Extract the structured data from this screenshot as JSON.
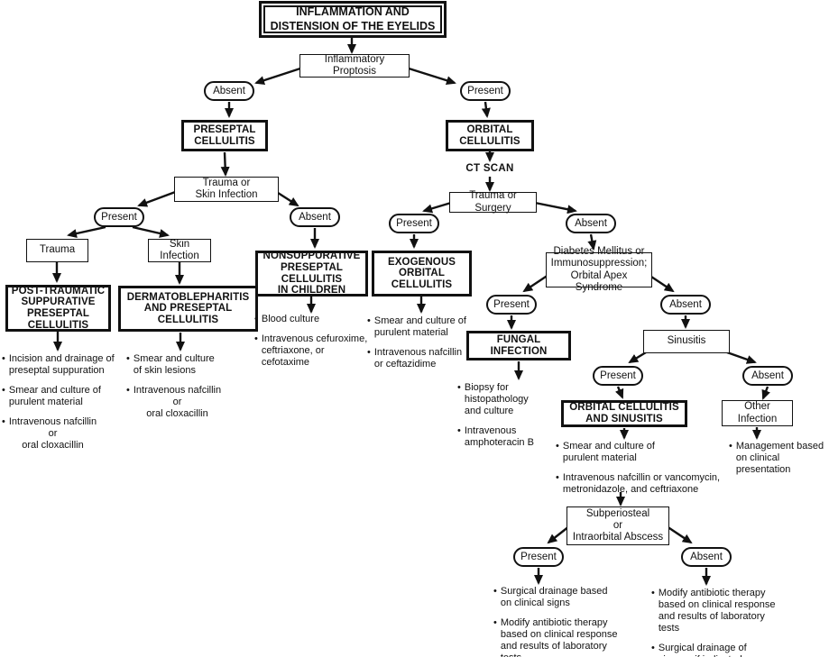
{
  "colors": {
    "ink": "#111111",
    "background": "#ffffff"
  },
  "labels": {
    "present": "Present",
    "absent": "Absent",
    "bullet": "•"
  },
  "nodes": {
    "title": "INFLAMMATION AND\nDISTENSION OF THE EYELIDS",
    "inflammatory_proptosis": "Inflammatory Proptosis",
    "preseptal_cellulitis": "PRESEPTAL\nCELLULITIS",
    "trauma_or_skin_infection": "Trauma or\nSkin Infection",
    "trauma": "Trauma",
    "skin_infection": "Skin Infection",
    "post_traumatic": "POST-TRAUMATIC\nSUPPURATIVE\nPRESEPTAL\nCELLULITIS",
    "dermatoblepharitis": "DERMATOBLEPHARITIS\nAND PRESEPTAL\nCELLULITIS",
    "nonsuppurative": "NONSUPPURATIVE\nPRESEPTAL\nCELLULITIS\nIN CHILDREN",
    "orbital_cellulitis": "ORBITAL\nCELLULITIS",
    "ct_scan": "CT SCAN",
    "trauma_or_surgery": "Trauma or Surgery",
    "exogenous": "EXOGENOUS\nORBITAL\nCELLULITIS",
    "diabetes": "Diabetes Mellitus or\nImmunosuppression;\nOrbital Apex Syndrome",
    "fungal_infection": "FUNGAL\nINFECTION",
    "sinusitis": "Sinusitis",
    "orbital_cellulitis_sinusitis": "ORBITAL CELLULITIS\nAND SINUSITIS",
    "other_infection": "Other Infection",
    "subperiosteal_abscess": "Subperiosteal\nor\nIntraorbital Abscess"
  },
  "bullets": {
    "post_traumatic": [
      "Incision and drainage of\npreseptal suppuration",
      "Smear and culture of\npurulent material",
      "Intravenous nafcillin\nor\noral cloxacillin"
    ],
    "dermatoblepharitis": [
      "Smear and culture\nof skin lesions",
      "Intravenous nafcillin\nor\noral cloxacillin"
    ],
    "nonsuppurative": [
      "Blood culture",
      "Intravenous cefuroxime,\nceftriaxone, or\ncefotaxime"
    ],
    "exogenous": [
      "Smear and culture of\npurulent material",
      "Intravenous nafcillin\nor ceftazidime"
    ],
    "fungal": [
      "Biopsy for\nhistopathology\nand culture",
      "Intravenous\namphoteracin B"
    ],
    "orbital_cellulitis_sinusitis": [
      "Smear and culture of\npurulent material",
      "Intravenous nafcillin or vancomycin,\nmetronidazole, and ceftriaxone"
    ],
    "other_infection": [
      "Management based\non clinical\npresentation"
    ],
    "abscess_present": [
      "Surgical drainage based\non clinical signs",
      "Modify antibiotic therapy\nbased on clinical response\nand results of laboratory\ntests"
    ],
    "abscess_absent": [
      "Modify antibiotic therapy\nbased on clinical response\nand results of laboratory\ntests",
      "Surgical drainage of\nsinuses if indicated"
    ]
  }
}
